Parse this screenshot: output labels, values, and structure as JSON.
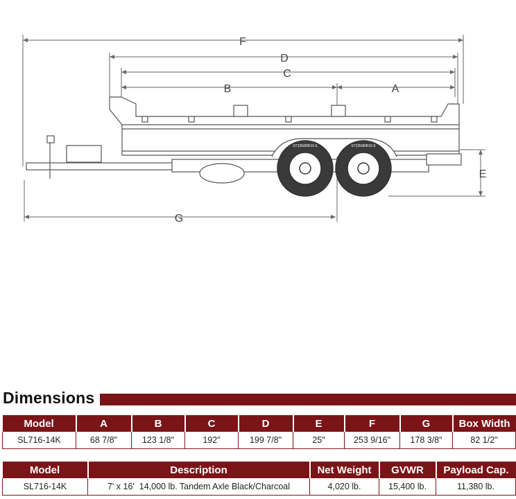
{
  "drawing": {
    "dimension_letters": {
      "F": "F",
      "D": "D",
      "C": "C",
      "B": "B",
      "A": "A",
      "E": "E",
      "G": "G"
    },
    "tire_label": "ST235/80R16 E"
  },
  "section_title": "Dimensions",
  "dims_table": {
    "headers": [
      "Model",
      "A",
      "B",
      "C",
      "D",
      "E",
      "F",
      "G",
      "Box Width"
    ],
    "rows": [
      [
        "SL716-14K",
        "68 7/8\"",
        "123 1/8\"",
        "192\"",
        "199 7/8\"",
        "25\"",
        "253 9/16\"",
        "178 3/8\"",
        "82 1/2\""
      ]
    ]
  },
  "desc_table": {
    "headers": [
      "Model",
      "Description",
      "Net Weight",
      "GVWR",
      "Payload Cap."
    ],
    "rows": [
      [
        "SL716-14K",
        "7' x 16'  14,000 lb. Tandem Axle Black/Charcoal",
        "4,020 lb.",
        "15,400 lb.",
        "11,380 lb."
      ]
    ]
  },
  "colors": {
    "accent": "#7b1417",
    "line": "#555555"
  }
}
